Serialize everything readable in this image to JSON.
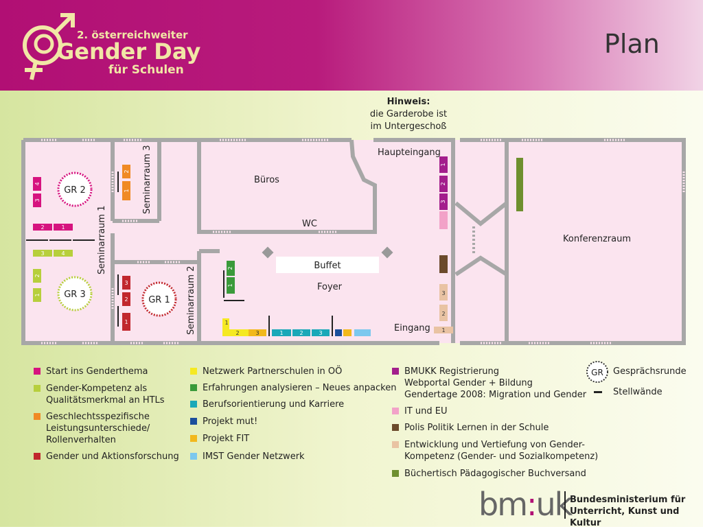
{
  "header": {
    "logo_sub": "2. österreichweiter",
    "logo_main": "Gender Day",
    "logo_sub2": "für Schulen",
    "title": "Plan"
  },
  "hinweis": {
    "title": "Hinweis:",
    "line1": "die Garderobe ist",
    "line2": "im Untergeschoß"
  },
  "rooms": {
    "seminarraum1": "Seminarraum 1",
    "seminarraum2": "Seminarraum 2",
    "seminarraum3": "Seminarraum 3",
    "bueros": "Büros",
    "wc": "WC",
    "buffet": "Buffet",
    "foyer": "Foyer",
    "haupteingang": "Haupteingang",
    "eingang": "Eingang",
    "konferenzraum": "Konferenzraum",
    "gr1": "GR 1",
    "gr2": "GR 2",
    "gr3": "GR 3"
  },
  "legend_left": [
    {
      "color": "#d6137f",
      "label": "Start ins Genderthema"
    },
    {
      "color": "#b7cf3c",
      "label": "Gender-Kompetenz als",
      "label2": "Qualitätsmerkmal an HTLs"
    },
    {
      "color": "#f08a24",
      "label": "Geschlechtsspezifische",
      "label2": "Leistungsunterschiede/",
      "label3": "Rollenverhalten"
    },
    {
      "color": "#c1272d",
      "label": "Gender und  Aktionsforschung"
    }
  ],
  "legend_mid": [
    {
      "color": "#f5e922",
      "label": "Netzwerk Partnerschulen in OÖ"
    },
    {
      "color": "#3a9a3a",
      "label": "Erfahrungen analysieren – Neues anpacken"
    },
    {
      "color": "#1aa8b8",
      "label": "Berufsorientierung und Karriere"
    },
    {
      "color": "#1c4f9c",
      "label": "Projekt mut!"
    },
    {
      "color": "#f2b81c",
      "label": "Projekt FIT"
    },
    {
      "color": "#7cc8ee",
      "label": "IMST Gender Netzwerk"
    }
  ],
  "legend_right": [
    {
      "color": "#a31e8c",
      "label": "BMUKK Registrierung",
      "label2": "Webportal Gender + Bildung",
      "label3": "Gendertage 2008: Migration und Gender"
    },
    {
      "color": "#f2a2c8",
      "label": "IT und EU"
    },
    {
      "color": "#6b4a2b",
      "label": "Polis Politik Lernen in der Schule"
    },
    {
      "color": "#e9c3a3",
      "label": "Entwicklung  und  Vertiefung  von Gender-",
      "label2": "Kompetenz (Gender- und Sozialkompetenz)"
    },
    {
      "color": "#6e8f2e",
      "label": "Büchertisch Pädagogischer Buchversand"
    }
  ],
  "legend_symbols": {
    "gr": "GR",
    "gespraechsrunde": "Gesprächsrunde",
    "stellwaende": "Stellwände"
  },
  "footer": {
    "logo_a": "bm",
    "logo_colon": ":",
    "logo_b": "uk",
    "line1": "Bundesministerium für",
    "line2": "Unterricht, Kunst und Kultur"
  },
  "colors": {
    "header_magenta": "#b10f74",
    "wall": "#a7a7a7",
    "floor": "#fbe4ef"
  }
}
